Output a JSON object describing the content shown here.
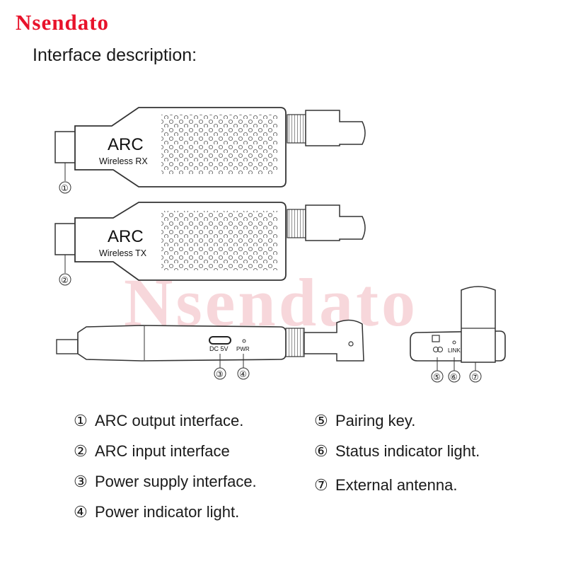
{
  "brand": "Nsendato",
  "subtitle": "Interface description:",
  "watermark": "Nsendato",
  "devices": {
    "rx": {
      "title": "ARC",
      "label": "Wireless RX"
    },
    "tx": {
      "title": "ARC",
      "label": "Wireless TX"
    },
    "side": {
      "port_label": "DC 5V",
      "pwr_label": "PWR"
    },
    "end": {
      "link_label": "LINK"
    }
  },
  "callouts": [
    "①",
    "②",
    "③",
    "④",
    "⑤",
    "⑥",
    "⑦"
  ],
  "descriptions": [
    {
      "num": "①",
      "text": "ARC output interface."
    },
    {
      "num": "②",
      "text": "ARC input interface"
    },
    {
      "num": "③",
      "text": "Power supply interface."
    },
    {
      "num": "④",
      "text": "Power indicator light."
    },
    {
      "num": "⑤",
      "text": "Pairing key."
    },
    {
      "num": "⑥",
      "text": "Status indicator light."
    },
    {
      "num": "⑦",
      "text": "External antenna."
    }
  ]
}
